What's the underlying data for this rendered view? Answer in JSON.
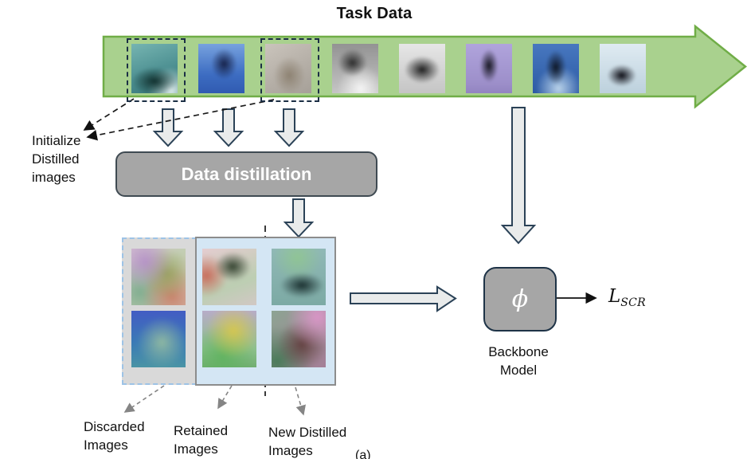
{
  "title": "Task Data",
  "colors": {
    "banner_fill": "#a9d18e",
    "banner_border": "#70ad47",
    "gray_box_fill": "#a6a6a6",
    "block_arrow_fill": "#e9ebeb",
    "block_arrow_border": "#2b4257",
    "discarded_panel_fill": "#d9d9d9",
    "discarded_panel_border": "#9dc3e6",
    "retained_panel_fill": "#d4e6f4",
    "retained_panel_border": "#8c8c8c"
  },
  "task_banner": {
    "images": [
      {
        "name": "orca-teal-water",
        "highlighted": true
      },
      {
        "name": "humpback-breach-blue-sea",
        "highlighted": false
      },
      {
        "name": "whale-gray-blur",
        "highlighted": true
      },
      {
        "name": "whale-breach-grayscale",
        "highlighted": false
      },
      {
        "name": "whale-grayscale",
        "highlighted": false
      },
      {
        "name": "orca-breach-purple",
        "highlighted": false
      },
      {
        "name": "orca-breach-blue",
        "highlighted": false
      },
      {
        "name": "orca-breach-white",
        "highlighted": false
      }
    ]
  },
  "annotations": {
    "initialize_label": "Initialize\nDistilled\nimages"
  },
  "distillation": {
    "label": "Data distillation"
  },
  "distilled_panels": {
    "discarded": {
      "images": [
        "mosaic-pink-olive-blur",
        "whale-blue-blur"
      ]
    },
    "retained": {
      "images": [
        "turtle-pink-green-blur",
        "fish-yellow-green-blur"
      ]
    },
    "new_distilled": {
      "images": [
        "orca-teal-blur",
        "mosaic-purple-maroon-blur"
      ]
    }
  },
  "labels": {
    "discarded": "Discarded\nImages",
    "retained": "Retained\nImages",
    "new_distilled": "New Distilled\nImages"
  },
  "backbone": {
    "symbol": "ϕ",
    "label": "Backbone\nModel"
  },
  "loss": {
    "main": "L",
    "sub": "SCR"
  },
  "caption": "(a)"
}
